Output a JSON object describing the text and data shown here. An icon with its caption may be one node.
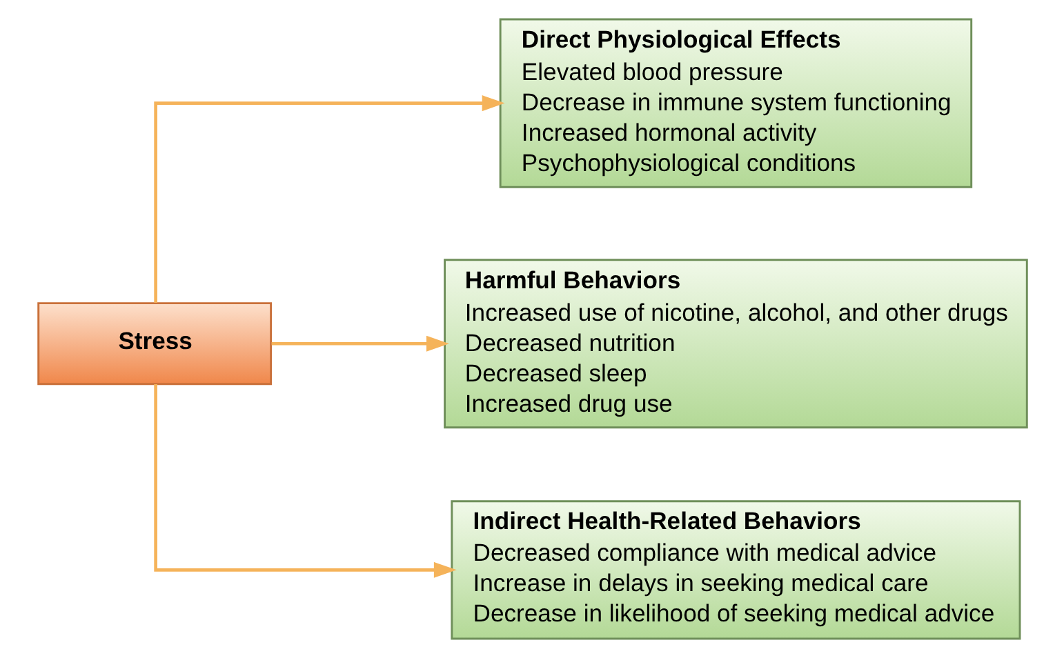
{
  "diagram": {
    "nodes": [
      {
        "text": [
          "Stress"
        ]
      },
      {
        "text": [
          "Direct Physiological Effects",
          "Elevated blood pressure",
          "Decrease in immune system functioning",
          "Increased hormonal activity",
          "Psychophysiological conditions"
        ]
      },
      {
        "text": [
          "Harmful Behaviors",
          "Increased use of nicotine, alcohol, and other drugs",
          "Decreased nutrition",
          "Decreased sleep",
          "Increased drug use"
        ]
      },
      {
        "text": [
          "Indirect Health-Related Behaviors",
          "Decreased compliance with medical advice",
          "Increase in delays in seeking medical care",
          "Decrease in likelihood of seeking medical advice"
        ]
      }
    ],
    "edges": [
      {
        "from": 0,
        "to": 1,
        "arrow": "to"
      },
      {
        "from": 0,
        "to": 2,
        "arrow": "to"
      },
      {
        "from": 0,
        "to": 3,
        "arrow": "to"
      }
    ]
  }
}
